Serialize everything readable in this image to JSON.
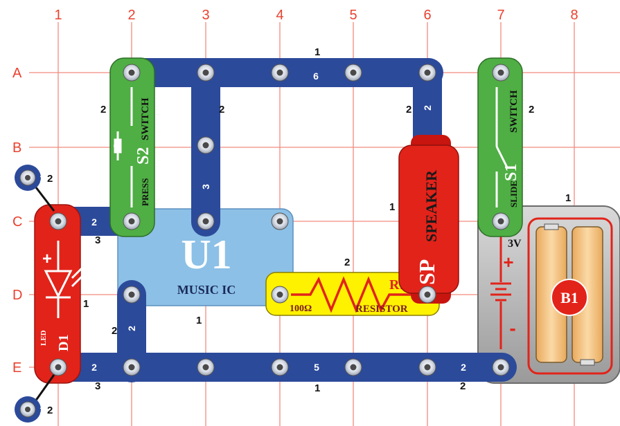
{
  "grid": {
    "columns": [
      "1",
      "2",
      "3",
      "4",
      "5",
      "6",
      "7",
      "8"
    ],
    "rows": [
      "A",
      "B",
      "C",
      "D",
      "E"
    ]
  },
  "wires": {
    "top_label": "6",
    "top_level": "1",
    "bottom_label": "5",
    "bottom_level": "1",
    "left_vertical_label": "3",
    "left_vertical_level": "2",
    "speaker_wire_label": "2",
    "speaker_wire_level": "2",
    "c_wire_label": "2",
    "c_wire_level": "3",
    "d_wire_label": "2",
    "d_wire_level": "2",
    "e_left_label": "2",
    "e_left_level": "3",
    "e_right_label": "2",
    "e_right_level": "2"
  },
  "components": {
    "s2": {
      "id": "S2",
      "name": "SWITCH",
      "sub": "PRESS",
      "level": "2"
    },
    "s1": {
      "id": "S1",
      "name": "SWITCH",
      "sub": "SLIDE",
      "level": "2"
    },
    "speaker": {
      "id": "SP",
      "name": "SPEAKER",
      "level": "1"
    },
    "u1": {
      "id": "U1",
      "name": "MUSIC IC",
      "level": "1"
    },
    "resistor": {
      "id": "R1",
      "name": "RESISTOR",
      "value": "100Ω",
      "level": "2"
    },
    "led": {
      "id": "D1",
      "name": "LED",
      "level": "1",
      "plus": "+"
    },
    "battery": {
      "id": "B1",
      "voltage": "3V",
      "plus": "+",
      "minus": "-",
      "level": "1"
    },
    "jumper_top": {
      "num": "1",
      "level": "2"
    },
    "jumper_bottom": {
      "num": "1",
      "level": "2"
    }
  },
  "colors": {
    "grid_line": "#f28a7e",
    "grid_text": "#e9412f",
    "wire_blue": "#2c4a9a",
    "switch_green": "#4fae44",
    "speaker_red": "#e2231a",
    "ic_blue": "#8cc0e6",
    "resistor_yellow": "#fff200",
    "led_red": "#e2231a",
    "battery_gray": "#b8b8b8",
    "cell_tan": "#f6c98a"
  }
}
